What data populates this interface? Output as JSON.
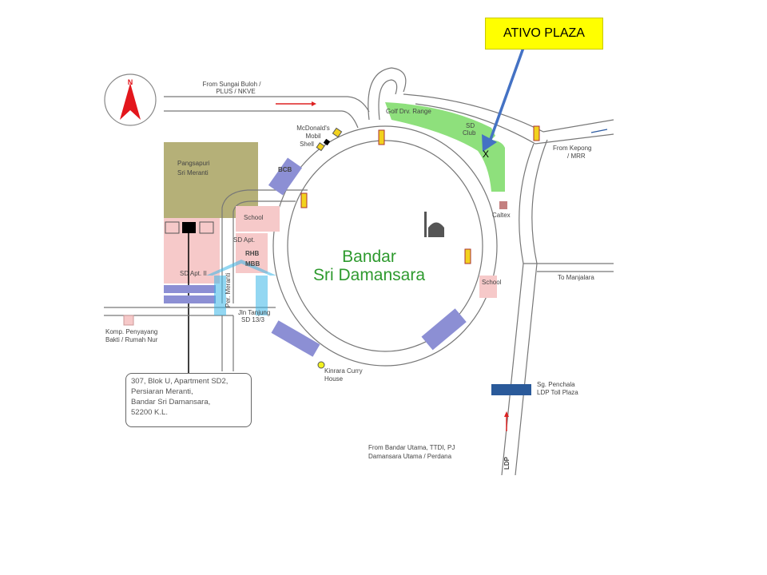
{
  "callout": {
    "label": "ATIVO PLAZA",
    "marker": "X",
    "color": "#ffff00",
    "arrow_color": "#4472c4"
  },
  "compass": {
    "label": "N"
  },
  "map": {
    "title_line1": "Bandar",
    "title_line2": "Sri Damansara",
    "labels": {
      "from_sungai_buloh_1": "From Sungai Buloh /",
      "from_sungai_buloh_2": "PLUS / NKVE",
      "mcdonalds": "McDonald's",
      "mobil": "Mobil",
      "shell": "Shell",
      "bcb": "BCB",
      "pangsapuri_1": "Pangsapuri",
      "pangsapuri_2": "Sri Meranti",
      "school_left": "School",
      "sd_apt": "SD Apt.",
      "rhb": "RHB",
      "mbb": "MBB",
      "sd_apt_ii": "SD Apt. II",
      "per_meranti": "Per. Meranti",
      "jln_tanjung_1": "Jln Tanjung",
      "jln_tanjung_2": "SD 13/3",
      "komp_1": "Komp. Penyayang",
      "komp_2": "Bakti / Rumah Nur",
      "kinrara_1": "Kinrara Curry",
      "kinrara_2": "House",
      "golf": "Golf Drv. Range",
      "sd_club_1": "SD",
      "sd_club_2": "Club",
      "from_kepong_1": "From Kepong",
      "from_kepong_2": "/ MRR",
      "caltex": "Caltex",
      "to_manjalara": "To Manjalara",
      "school_right": "School",
      "toll_1": "Sg. Penchala",
      "toll_2": "LDP Toll Plaza",
      "from_bu_1": "From Bandar Utama, TTDI, PJ",
      "from_bu_2": "Damansara Utama / Perdana",
      "ldp": "LDP"
    }
  },
  "address": {
    "lines": [
      "307, Blok U, Apartment SD2,",
      "Persiaran Meranti,",
      "Bandar Sri Damansara,",
      "52200 K.L."
    ]
  }
}
